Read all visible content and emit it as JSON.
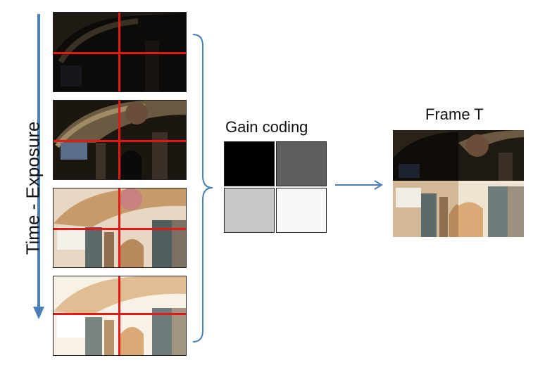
{
  "axis_label": "Time - Exposure",
  "gain_label": "Gain coding",
  "output_label": "Frame T",
  "exposures": [
    {
      "name": "exposure-1-darkest",
      "brightness": "very-dark"
    },
    {
      "name": "exposure-2-dark",
      "brightness": "dark"
    },
    {
      "name": "exposure-3-bright",
      "brightness": "bright"
    },
    {
      "name": "exposure-4-brightest",
      "brightness": "very-bright"
    }
  ],
  "gain_grid": [
    "#000000",
    "#5e5e5e",
    "#c8c8c8",
    "#f8f8f8"
  ],
  "colors": {
    "arrow": "#4a7ebb",
    "crosshair": "#e51818",
    "bracket": "#4a7ebb"
  }
}
